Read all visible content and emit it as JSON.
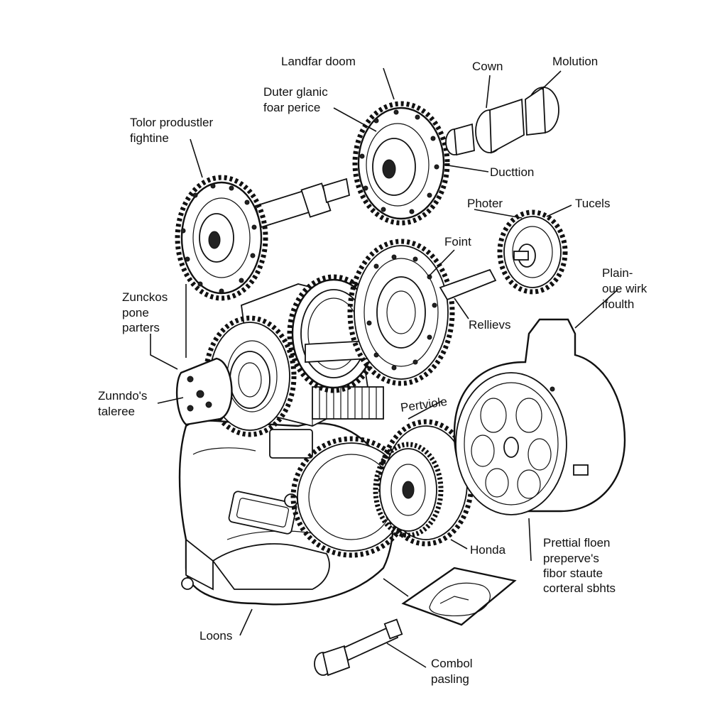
{
  "labels": {
    "landfar_doom": "Landfar doom",
    "cown": "Cown",
    "molution": "Molution",
    "duter_1": "Duter glanic",
    "duter_2": "foar perice",
    "tolor_1": "Tolor produstler",
    "tolor_2": "fightine",
    "ducttion": "Ducttion",
    "photer": "Photer",
    "tucels": "Tucels",
    "foint": "Foint",
    "plain_1": "Plain-",
    "plain_2": "oue wirk",
    "plain_3": "ifoulth",
    "zunckos_1": "Zunckos",
    "zunckos_2": "pone",
    "zunckos_3": "parters",
    "rellievs": "Rellievs",
    "zunndo_1": "Zunndo's",
    "zunndo_2": "taleree",
    "pertviole": "Pertviole",
    "honda": "Honda",
    "prettial_1": "Prettial floen",
    "prettial_2": "preperve's",
    "prettial_3": "fibor staute",
    "prettial_4": "corteral sbhts",
    "loons": "Loons",
    "combol_1": "Combol",
    "combol_2": "pasling"
  },
  "colors": {
    "ink": "#111111",
    "paper": "#ffffff"
  }
}
